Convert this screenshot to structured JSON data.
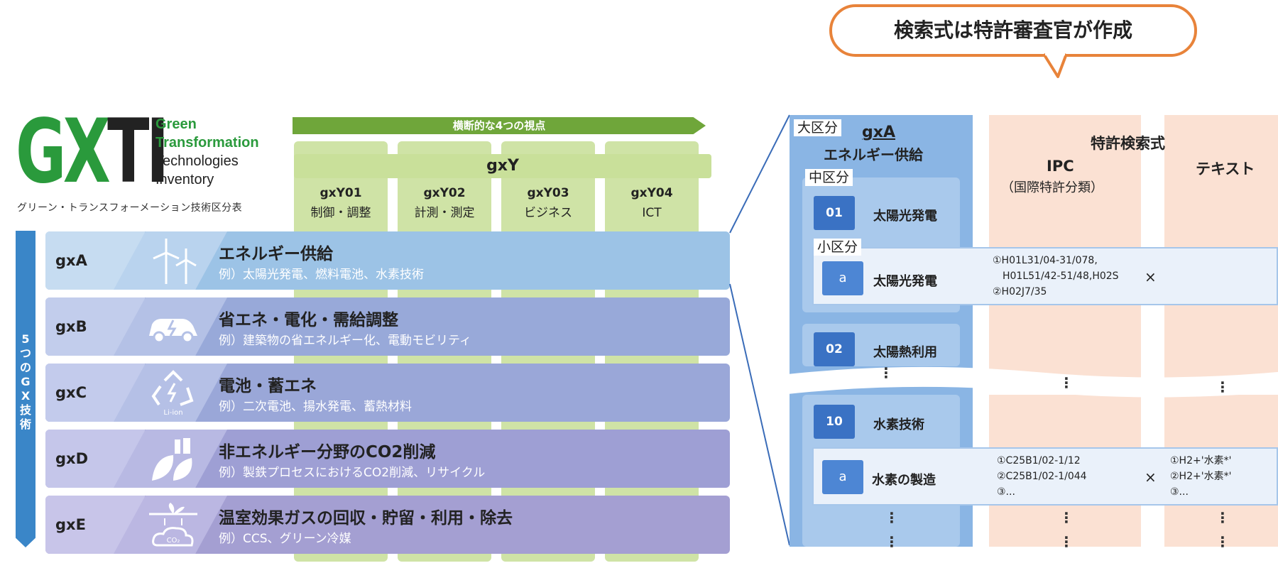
{
  "logo": {
    "mark_gx": "GX",
    "mark_ti": "TI",
    "lines": [
      "Green",
      "Transformation",
      "Technologies",
      "Inventory"
    ],
    "subtitle": "グリーン・トランスフォーメーション技術区分表"
  },
  "gxy": {
    "arrow_label": "横断的な4つの視点",
    "bar_label": "gxY",
    "columns": [
      {
        "code": "gxY01",
        "label": "制御・調整"
      },
      {
        "code": "gxY02",
        "label": "計測・測定"
      },
      {
        "code": "gxY03",
        "label": "ビジネス"
      },
      {
        "code": "gxY04",
        "label": "ICT"
      }
    ]
  },
  "gx_side_label": [
    "5",
    "つ",
    "の",
    "G",
    "X",
    "技",
    "術"
  ],
  "rows": [
    {
      "code": "gxA",
      "title": "エネルギー供給",
      "example": "例）太陽光発電、燃料電池、水素技術",
      "color": "#9cc3e6",
      "icon": "wind-turbine-icon"
    },
    {
      "code": "gxB",
      "title": "省エネ・電化・需給調整",
      "example": "例）建築物の省エネルギー化、電動モビリティ",
      "color": "#98a9d9",
      "icon": "electric-car-icon"
    },
    {
      "code": "gxC",
      "title": "電池・蓄エネ",
      "example": "例）二次電池、揚水発電、蓄熱材料",
      "color": "#9aa7d8",
      "icon": "battery-recycle-icon",
      "icon_text": "Li-ion"
    },
    {
      "code": "gxD",
      "title": "非エネルギー分野のCO2削減",
      "example": "例）製鉄プロセスにおけるCO2削減、リサイクル",
      "color": "#9e9fd4",
      "icon": "leaf-bottle-icon"
    },
    {
      "code": "gxE",
      "title": "温室効果ガスの回収・貯留・利用・除去",
      "example": "例）CCS、グリーン冷媒",
      "color": "#a49fd2",
      "icon": "co2-capture-icon",
      "icon_text": "CO₂"
    }
  ],
  "bubble": "検索式は特許審査官が作成",
  "panel": {
    "dai_label": "大区分",
    "dai_code": "gxA",
    "dai_name": "エネルギー供給",
    "chu_label": "中区分",
    "sho_label": "小区分",
    "formula_header": "特許検索式",
    "ipc_header": "IPC",
    "ipc_sub": "（国際特許分類）",
    "text_header": "テキスト",
    "items": [
      {
        "num": "01",
        "name": "太陽光発電"
      },
      {
        "num": "a",
        "name": "太陽光発電",
        "ipc": [
          "①H01L31/04-31/078,",
          "　H01L51/42-51/48,H02S",
          "②H02J7/35"
        ],
        "op": "×"
      },
      {
        "num": "02",
        "name": "太陽熱利用"
      },
      {
        "num": "10",
        "name": "水素技術"
      },
      {
        "num": "a",
        "name": "水素の製造",
        "ipc": [
          "①C25B1/02-1/12",
          "②C25B1/02-1/044",
          "③..."
        ],
        "op": "×",
        "text": [
          "①H2+'水素*'",
          "②H2+'水素*'",
          "③..."
        ]
      }
    ],
    "ellipsis": "⋮"
  }
}
